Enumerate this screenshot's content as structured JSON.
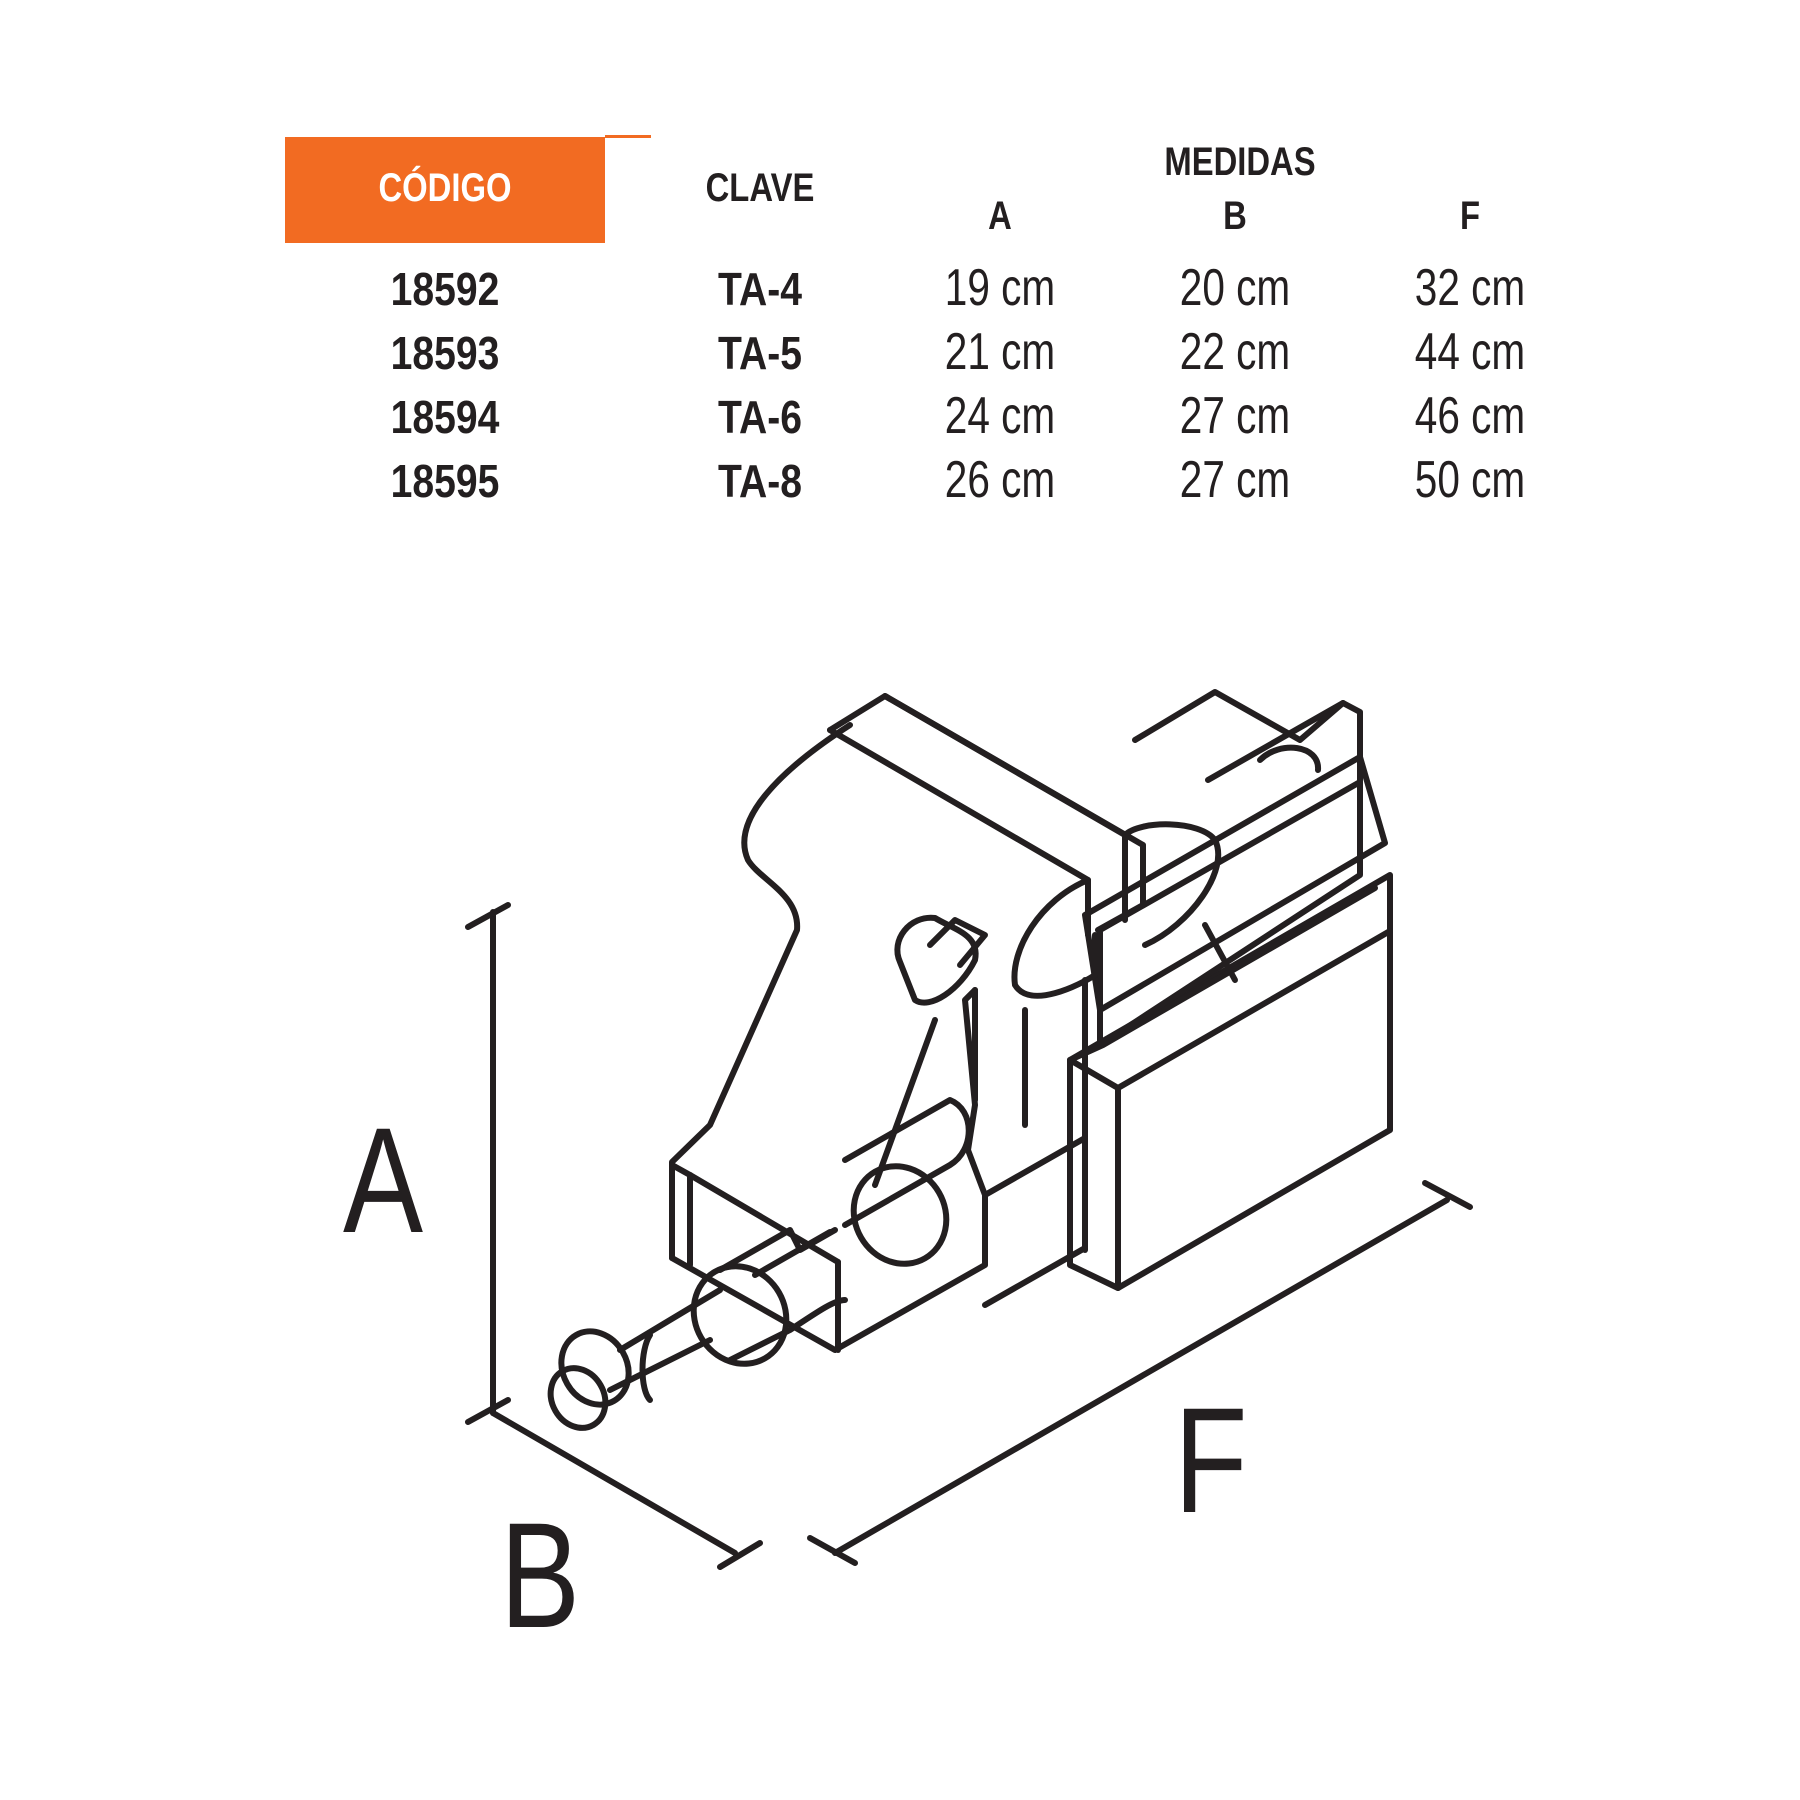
{
  "table": {
    "headers": {
      "codigo": "CÓDIGO",
      "clave": "CLAVE",
      "medidas": "MEDIDAS",
      "a": "A",
      "b": "B",
      "f": "F"
    },
    "rows": [
      {
        "codigo": "18592",
        "clave": "TA-4",
        "a": "19 cm",
        "b": "20 cm",
        "f": "32 cm"
      },
      {
        "codigo": "18593",
        "clave": "TA-5",
        "a": "21 cm",
        "b": "22 cm",
        "f": "44 cm"
      },
      {
        "codigo": "18594",
        "clave": "TA-6",
        "a": "24 cm",
        "b": "27 cm",
        "f": "46 cm"
      },
      {
        "codigo": "18595",
        "clave": "TA-8",
        "a": "26 cm",
        "b": "27 cm",
        "f": "50 cm"
      }
    ]
  },
  "diagram": {
    "label_a": "A",
    "label_b": "B",
    "label_f": "F"
  },
  "colors": {
    "accent": "#f26b22",
    "ink": "#231f20"
  }
}
